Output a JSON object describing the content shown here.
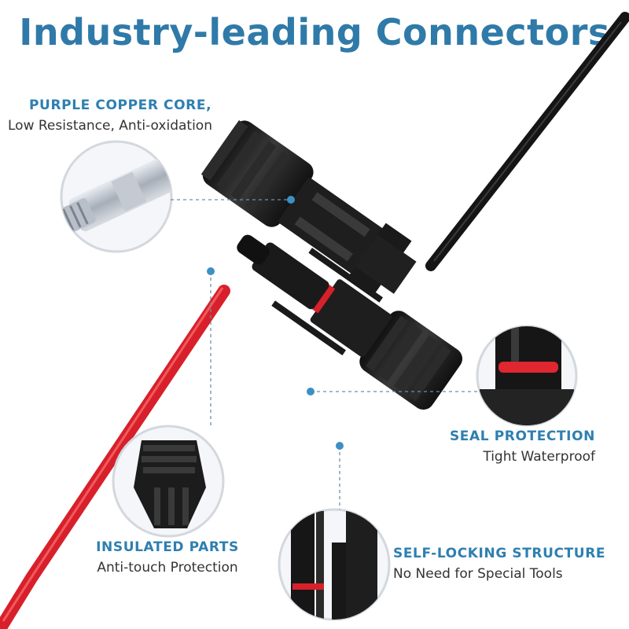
{
  "title": "Industry-leading Connectors",
  "colors": {
    "title": "#2f7aa8",
    "heading": "#2e7fb0",
    "dot": "#3d8fc4",
    "cable_red": "#d8202a",
    "cable_black": "#151515",
    "connector": "#1e1e1e",
    "seal_ring": "#e0262e",
    "circle_border": "#d3d8de"
  },
  "features": [
    {
      "heading": "PURPLE COPPER CORE,",
      "description": "Low Resistance, Anti-oxidation",
      "icon": "copper-terminal-pin"
    },
    {
      "heading": "SEAL PROTECTION",
      "description": "Tight Waterproof",
      "icon": "seal-ring-closeup"
    },
    {
      "heading": "INSULATED PARTS",
      "description": "Anti-touch Protection",
      "icon": "insulated-tip-closeup"
    },
    {
      "heading": "SELF-LOCKING STRUCTURE",
      "description": "No Need for Special Tools",
      "icon": "locking-clip-closeup"
    }
  ]
}
